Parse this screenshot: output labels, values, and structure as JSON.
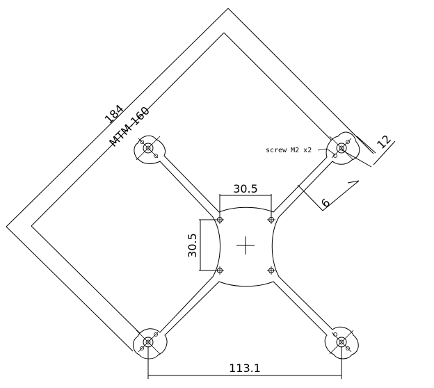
{
  "drawing": {
    "labels": {
      "diag_outer": "184",
      "diag_inner": "MTM-160",
      "arm_end_width": "12",
      "screw_note": "screw M2 x2",
      "arm_width": "6",
      "center_holes_x": "30.5",
      "center_holes_y": "30.5",
      "motor_spacing": "113.1"
    }
  }
}
